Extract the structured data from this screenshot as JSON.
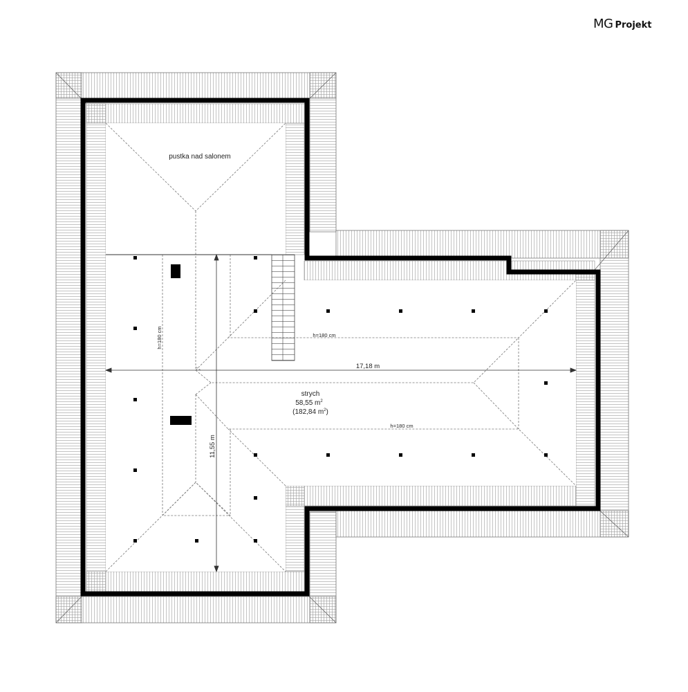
{
  "brand": {
    "logo_mg": "MG",
    "logo_projekt": "Projekt"
  },
  "plan": {
    "void_label": "pustka nad salonem",
    "room_name": "strych",
    "room_area": "58,55 m",
    "room_area_total": "(182,84 m",
    "area_sup": "2",
    "area_close": ")",
    "height_label_left": "h=180 cm",
    "height_label_top": "h=180 cm",
    "height_label_bottom": "h=180 cm",
    "dim_width": "17,18 m",
    "dim_depth": "11,55 m"
  },
  "colors": {
    "wall": "#000000",
    "line": "#555555",
    "background": "#ffffff"
  }
}
